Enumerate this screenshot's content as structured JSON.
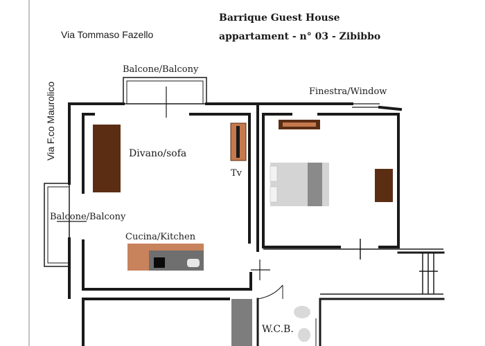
{
  "header": {
    "title": "Barrique Guest House",
    "subtitle": "appartament  - n° 03 - Zibibbo"
  },
  "streets": {
    "top": "Via Tommaso Fazello",
    "left": "Via F.co Maurolico"
  },
  "labels": {
    "balcony_top": "Balcone/Balcony",
    "window": "Finestra/Window",
    "sofa": "Divano/sofa",
    "tv": "Tv",
    "balcony_left": "Balcone/Balcony",
    "kitchen": "Cucina/Kitchen",
    "wc": "W.C.B."
  },
  "colors": {
    "wall": "#1a1a1a",
    "sofa": "#5b2e14",
    "tv_frame": "#c57a4e",
    "kitchen_counter": "#c8825c",
    "appliance": "#6f6f6f",
    "bed_sheet": "#d4d4d4",
    "bed_band": "#8a8a8a",
    "shower": "#7d7d7d"
  }
}
